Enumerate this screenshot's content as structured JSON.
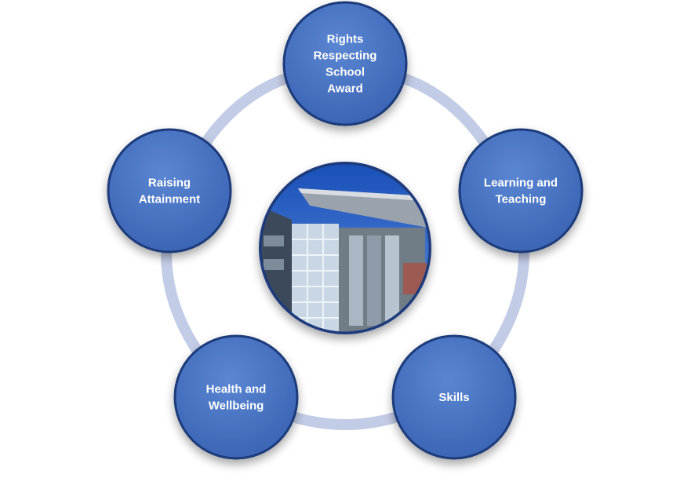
{
  "diagram": {
    "nodes": [
      {
        "id": "rights",
        "label_lines": [
          "Rights",
          "Respecting",
          "School",
          "Award"
        ]
      },
      {
        "id": "learning",
        "label_lines": [
          "Learning and",
          "Teaching"
        ]
      },
      {
        "id": "skills",
        "label_lines": [
          "Skills"
        ]
      },
      {
        "id": "health",
        "label_lines": [
          "Health and",
          "Wellbeing"
        ]
      },
      {
        "id": "raising",
        "label_lines": [
          "Raising",
          "Attainment"
        ]
      }
    ],
    "center_image": {
      "subject": "school-building-photo"
    },
    "colors": {
      "node_fill": "#4472c4",
      "node_border": "#1f3b7a",
      "ring": "#c5cde6",
      "text": "#ffffff"
    }
  }
}
